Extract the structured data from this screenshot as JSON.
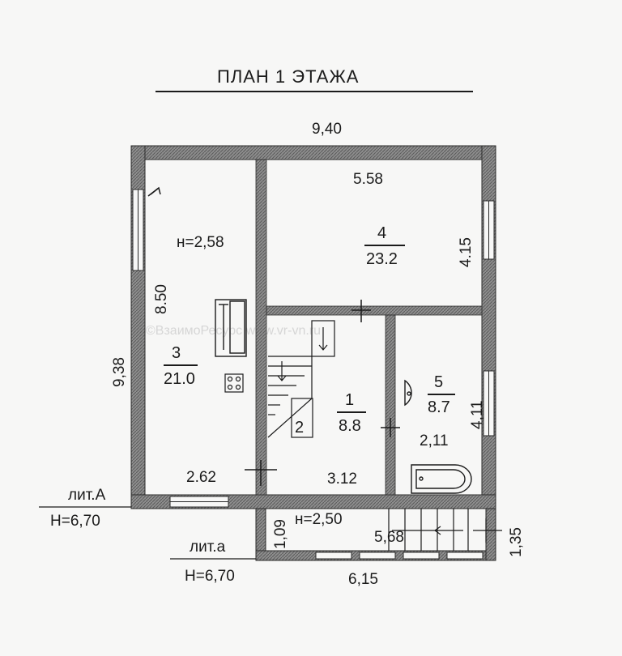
{
  "title": "ПЛАН 1 ЭТАЖА",
  "watermark": "©ВзаимоРесурс www.vr-vn.ru",
  "overall": {
    "width_top": "9,40",
    "height_left": "9,38"
  },
  "rooms": [
    {
      "number": "3",
      "area": "21.0",
      "height": "н=2,58",
      "length": "8.50",
      "width": "2.62"
    },
    {
      "number": "4",
      "area": "23.2",
      "length": "5.58",
      "width": "4.15"
    },
    {
      "number": "1",
      "area": "8.8",
      "width": "3.12",
      "height": "н=2,50"
    },
    {
      "number": "2"
    },
    {
      "number": "5",
      "area": "8.7",
      "length": "4,11",
      "width": "2,11"
    }
  ],
  "porch": {
    "depth": "1,09",
    "length": "5,68",
    "total_width": "6,15",
    "side": "1,35"
  },
  "lit_A": {
    "label": "лит.А",
    "height": "Н=6,70"
  },
  "lit_a": {
    "label": "лит.а",
    "height": "Н=6,70"
  }
}
